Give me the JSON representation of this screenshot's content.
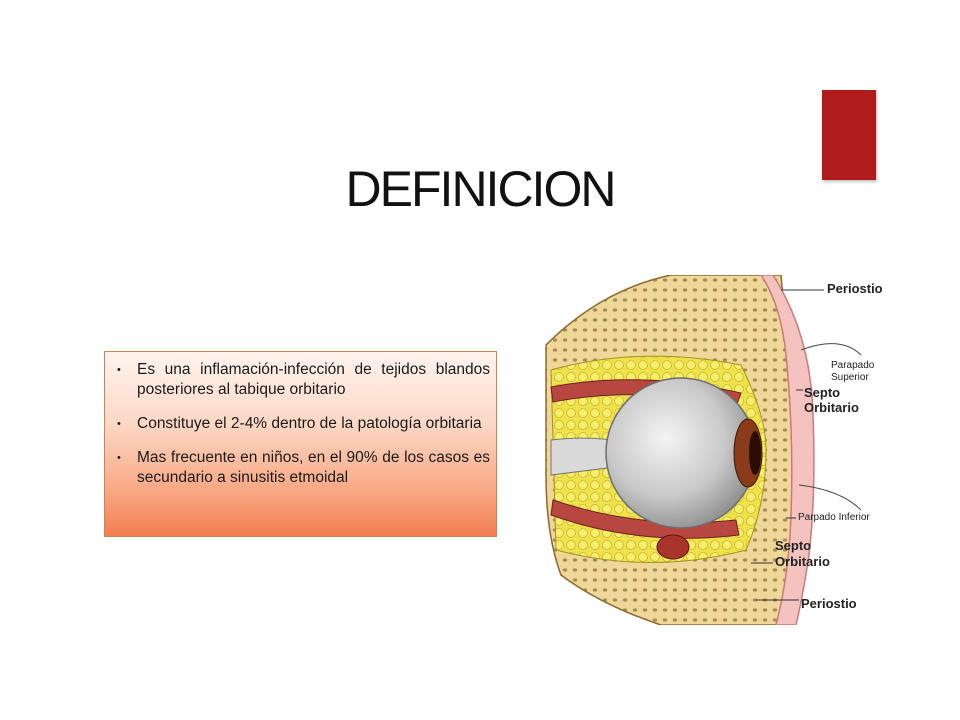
{
  "slide": {
    "title": "DEFINICION",
    "accent_color": "#b01c1c"
  },
  "bullets": [
    "Es una inflamación-infección de tejidos blandos posteriores al tabique orbitario",
    "Constituye el 2-4% dentro de la patología orbitaria",
    "Mas frecuente en niños, en el 90% de los casos es secundario a sinusitis etmoidal"
  ],
  "figure": {
    "labels": {
      "periostio_top": "Periostio",
      "parpado_superior_1": "Parapado",
      "parpado_superior_2": "Superior",
      "septo_top_1": "Septo",
      "septo_top_2": "Orbitario",
      "parpado_inferior": "Parpado Inferior",
      "septo_bottom_1": "Septo",
      "septo_bottom_2": "Orbitario",
      "periostio_bottom": "Periostio"
    }
  }
}
